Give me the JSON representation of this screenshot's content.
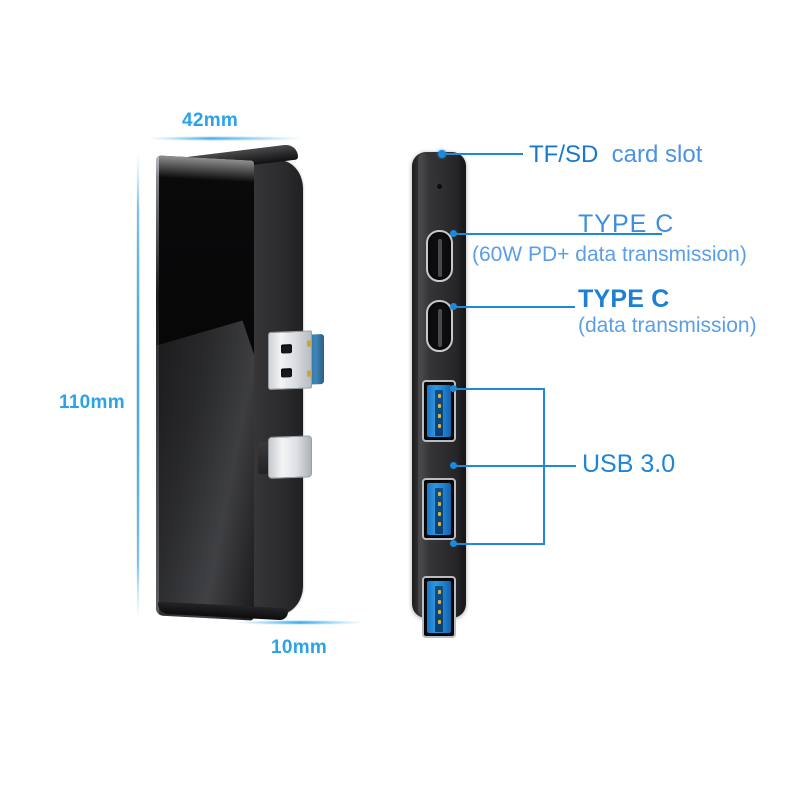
{
  "diagram": {
    "title": "USB-C multiport hub product dimension and port callout diagram",
    "accent_color": "#1e8ad6",
    "accent_light": "#4a93e4",
    "accent_cyan": "#2aa3e8",
    "body_color": "#0a0a0b"
  },
  "dimensions": {
    "width_label": "42mm",
    "height_label": "110mm",
    "depth_label": "10mm"
  },
  "callouts": {
    "tfsd": {
      "primary": "TF/SD",
      "secondary": "card slot"
    },
    "typec_pd": {
      "primary": "TYPE C",
      "secondary": "(60W PD+ data transmission)"
    },
    "typec_data": {
      "primary": "TYPE C",
      "secondary": "(data transmission)"
    },
    "usb3": {
      "primary": "USB 3.0"
    }
  },
  "device": {
    "perspective_view": {
      "usb_a_plug": "USB-A male connector",
      "usb_c_plug": "USB-C male connector"
    },
    "side_view": {
      "led_indicator": "status LED",
      "ports": [
        {
          "type": "TF/SD card slot"
        },
        {
          "type": "USB Type-C",
          "spec": "60W PD + data"
        },
        {
          "type": "USB Type-C",
          "spec": "data"
        },
        {
          "type": "USB 3.0 Type-A"
        },
        {
          "type": "USB 3.0 Type-A"
        },
        {
          "type": "USB 3.0 Type-A"
        }
      ]
    }
  }
}
